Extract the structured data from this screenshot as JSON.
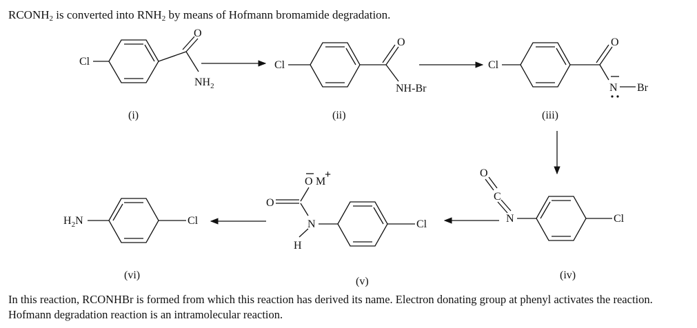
{
  "heading": {
    "part1": "RCONH",
    "sub1": "2",
    "part2": " is converted into RNH",
    "sub2": "2",
    "part3": " by means of Hofmann bromamide degradation."
  },
  "labels": {
    "cl": "Cl",
    "o": "O",
    "nh2_main": "NH",
    "nh2_sub": "2",
    "nh_br": "NH-Br",
    "n": "N",
    "br": "Br",
    "c": "C",
    "h": "H",
    "m_plus": "M",
    "plus": "+",
    "h2n_main": "H",
    "h2n_sub": "2",
    "h2n_n": "N"
  },
  "compounds": {
    "i": "(i)",
    "ii": "(ii)",
    "iii": "(iii)",
    "iv": "(iv)",
    "v": "(v)",
    "vi": "(vi)"
  },
  "footer": "In this reaction, RCONHBr is formed from which this reaction has derived its name. Electron donating group at phenyl activates the reaction. Hofmann degradation reaction is an intramolecular reaction."
}
